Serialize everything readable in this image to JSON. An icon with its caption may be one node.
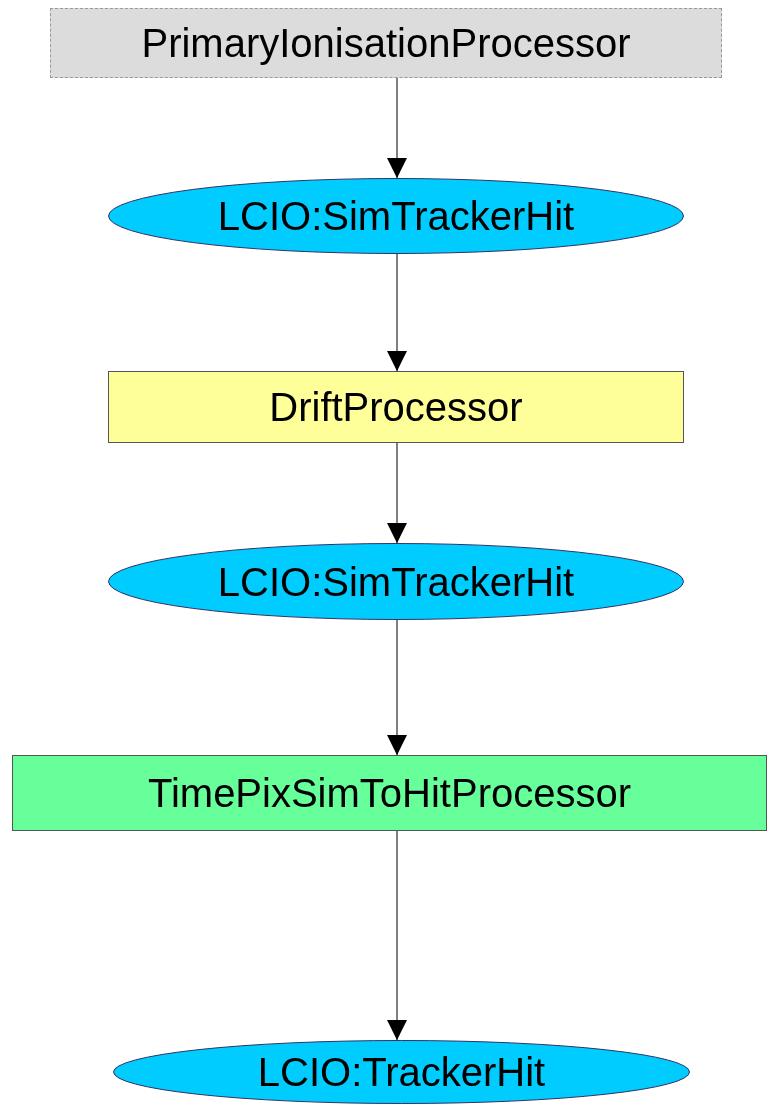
{
  "diagram": {
    "nodes": [
      {
        "text": [
          "PrimaryIonisationProcessor"
        ]
      },
      {
        "text": [
          "LCIO:SimTrackerHit"
        ]
      },
      {
        "text": [
          "DriftProcessor"
        ]
      },
      {
        "text": [
          "LCIO:SimTrackerHit"
        ]
      },
      {
        "text": [
          "TimePixSimToHitProcessor"
        ]
      },
      {
        "text": [
          "LCIO:TrackerHit"
        ]
      }
    ],
    "edges": [
      {
        "from": 0,
        "to": 1,
        "arrow": "to"
      },
      {
        "from": 1,
        "to": 2,
        "arrow": "to"
      },
      {
        "from": 2,
        "to": 3,
        "arrow": "to"
      },
      {
        "from": 3,
        "to": 4,
        "arrow": "to"
      },
      {
        "from": 4,
        "to": 5,
        "arrow": "to"
      }
    ]
  }
}
